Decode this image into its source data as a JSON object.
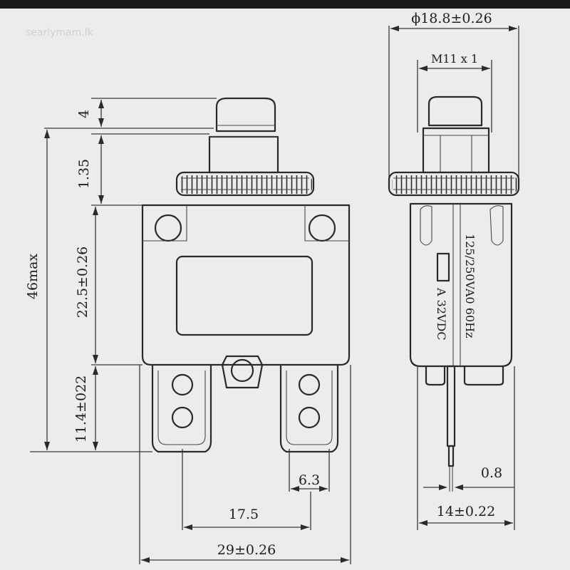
{
  "watermark": "searlymam.lk",
  "front_view": {
    "dims": {
      "button_height": "4",
      "nut_height": "1.35",
      "body_height": "22.5±0.26",
      "terminal_height": "11.4±022",
      "overall_height": "46max",
      "terminal_width": "6.3",
      "terminal_spacing": "17.5",
      "overall_width": "29±0.26"
    }
  },
  "side_view": {
    "dims": {
      "flange_diameter": "ϕ18.8±0.26",
      "thread": "M11 x 1",
      "terminal_thickness": "0.8",
      "body_depth": "14±0.22"
    },
    "labels": {
      "rating_ac": "125/250VA0 60Hz",
      "rating_dc": "A 32VDC"
    }
  },
  "colors": {
    "line": "#2a2a2a",
    "paper": "#ececeb"
  }
}
